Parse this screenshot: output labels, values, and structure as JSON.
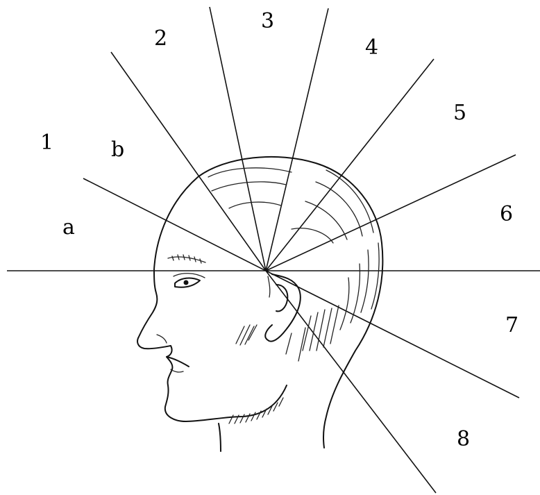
{
  "labels": {
    "sector_1": "1",
    "sector_2": "2",
    "sector_3": "3",
    "sector_4": "4",
    "sector_5": "5",
    "sector_6": "6",
    "sector_7": "7",
    "sector_8": "8",
    "sub_a": "a",
    "sub_b": "b"
  },
  "colors": {
    "line": "#111111",
    "background": "#ffffff"
  }
}
